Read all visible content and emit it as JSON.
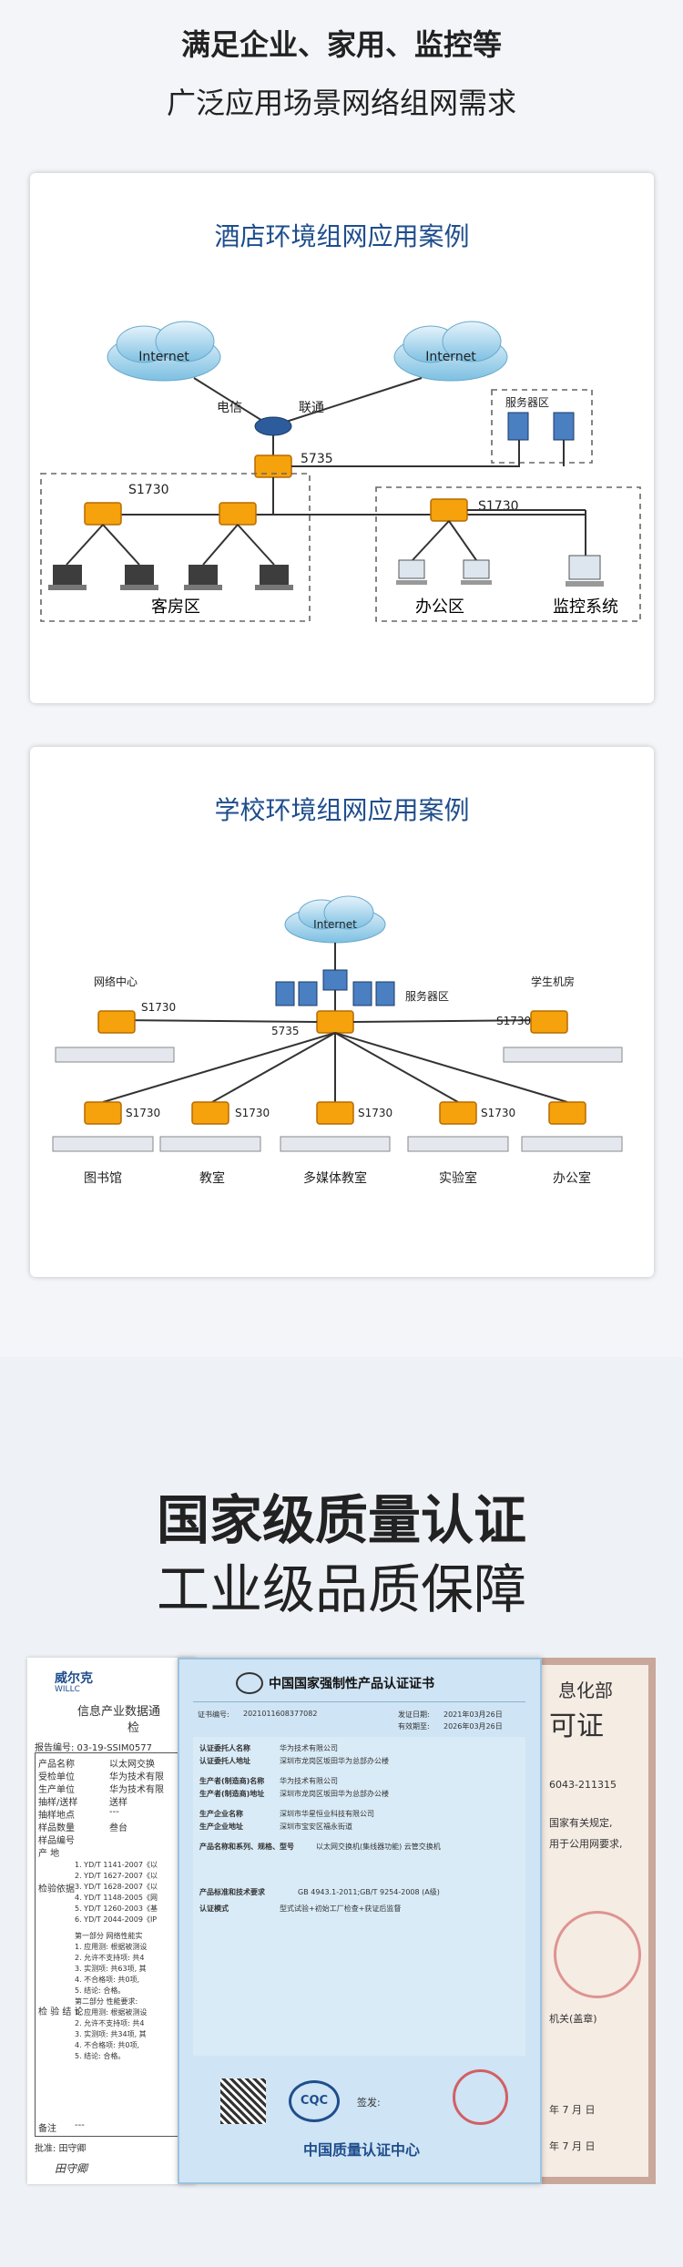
{
  "header": {
    "line1": "满足企业、家用、监控等",
    "line2": "广泛应用场景网络组网需求"
  },
  "hotel": {
    "title": "酒店环境组网应用案例",
    "internet1": "Internet",
    "internet2": "Internet",
    "isp1": "电信",
    "isp2": "联通",
    "server_zone": "服务器区",
    "core_switch": "5735",
    "access_left": "S1730",
    "access_right": "S1730",
    "zone_guest": "客房区",
    "zone_office": "办公区",
    "zone_monitor": "监控系统"
  },
  "school": {
    "title": "学校环境组网应用案例",
    "internet": "Internet",
    "server_zone": "服务器区",
    "core_switch": "5735",
    "net_center": "网络中心",
    "net_center_switch": "S1730",
    "student_room": "学生机房",
    "student_switch": "S1730",
    "branches": [
      {
        "switch": "S1730",
        "label": "图书馆"
      },
      {
        "switch": "S1730",
        "label": "教室"
      },
      {
        "switch": "S1730",
        "label": "多媒体教室"
      },
      {
        "switch": "S1730",
        "label": "实验室"
      },
      {
        "switch": "",
        "label": "办公室"
      }
    ]
  },
  "quality": {
    "line1": "国家级质量认证",
    "line2": "工业级品质保障"
  },
  "certs": {
    "left": {
      "org": "威尔克",
      "org_sub": "WILLC",
      "title": "信息产业数据通",
      "title2": "检",
      "report_no": "报告编号: 03-19-SSIM0577",
      "rows": [
        "产品名称",
        "受检单位",
        "生产单位",
        "抽样/送样",
        "抽样地点",
        "样品数量",
        "样品编号",
        "产 地"
      ],
      "values": [
        "以太网交换",
        "华为技术有限",
        "华为技术有限",
        "送样",
        "---",
        "叁台",
        "",
        ""
      ],
      "basis_label": "检验依据",
      "basis": [
        "1. YD/T 1141-2007《以",
        "2. YD/T 1627-2007《以",
        "3. YD/T 1628-2007《以",
        "4. YD/T 1148-2005《网",
        "5. YD/T 1260-2003《基",
        "6. YD/T 2044-2009《IP"
      ],
      "result_label": "检 验 结 论",
      "result": [
        "第一部分  网络性能实",
        "1. 应用测: 根据被测设",
        "2. 允许不支持项: 共4",
        "3. 实测项: 共63项, 其",
        "4. 不合格项: 共0项,",
        "5. 结论: 合格。",
        "第二部分  性能要求:",
        "1. 应用测: 根据被测设",
        "2. 允许不支持项: 共4",
        "3. 实测项: 共34项, 其",
        "4. 不合格项: 共0项,",
        "5. 结论: 合格。"
      ],
      "remark_label": "备注",
      "remark": "---",
      "approver": "批准: 田守卿",
      "signature": "田守卿"
    },
    "center": {
      "title": "中国国家强制性产品认证证书",
      "cert_no_label": "证书编号:",
      "cert_no": "2021011608377082",
      "fields": [
        [
          "认证委托人名称",
          "华为技术有限公司"
        ],
        [
          "认证委托人地址",
          "深圳市龙岗区坂田华为总部办公楼"
        ],
        [
          "生产者(制造商)名称",
          "华为技术有限公司"
        ],
        [
          "生产者(制造商)地址",
          "深圳市龙岗区坂田华为总部办公楼"
        ],
        [
          "生产企业名称",
          "深圳市华星恒业科技有限公司"
        ],
        [
          "生产企业地址",
          "深圳市宝安区福永街道"
        ],
        [
          "产品名称和系列、规格、型号",
          "以太网交换机(集线器功能) 云管交换机"
        ],
        [
          "产品标准和技术要求",
          "GB 4943.1-2011;GB/T 9254-2008 (A级)"
        ],
        [
          "认证模式",
          "型式试验+初始工厂检查+获证后监督"
        ]
      ],
      "issue_date_label": "发证日期:",
      "issue_date": "2021年03月26日",
      "expiry_label": "有效期至:",
      "expiry": "2026年03月26日",
      "footer_org": "中国质量认证中心",
      "seal_text": "CQC",
      "signer_label": "签发:"
    },
    "right": {
      "line1": "息化部",
      "line2": "可证",
      "number": "6043-211315",
      "text1": "国家有关规定,",
      "text2": "用于公用网要求,",
      "seal": "机关(盖章)",
      "date1": "年  7  月  日",
      "date2": "年  7  月  日"
    }
  },
  "colors": {
    "accent": "#1f4e8c",
    "switch": "#f5a20c",
    "cert_blue": "#cfe4f4"
  }
}
